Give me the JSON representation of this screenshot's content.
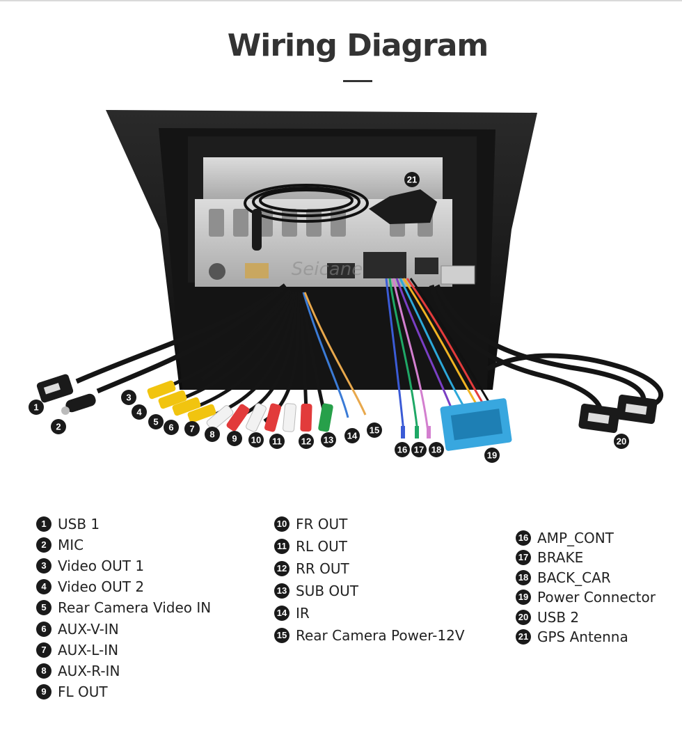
{
  "title": "Wiring Diagram",
  "watermark": "Seicane",
  "callouts": [
    "1",
    "2",
    "3",
    "4",
    "5",
    "6",
    "7",
    "8",
    "9",
    "10",
    "11",
    "12",
    "13",
    "14",
    "15",
    "16",
    "17",
    "18",
    "19",
    "20",
    "21"
  ],
  "legend": {
    "col1": [
      {
        "num": "1",
        "label": "USB 1"
      },
      {
        "num": "2",
        "label": "MIC"
      },
      {
        "num": "3",
        "label": "Video OUT 1"
      },
      {
        "num": "4",
        "label": "Video OUT 2"
      },
      {
        "num": "5",
        "label": "Rear Camera Video IN"
      },
      {
        "num": "6",
        "label": "AUX-V-IN"
      },
      {
        "num": "7",
        "label": "AUX-L-IN"
      },
      {
        "num": "8",
        "label": "AUX-R-IN"
      },
      {
        "num": "9",
        "label": "FL OUT"
      }
    ],
    "col2": [
      {
        "num": "10",
        "label": "FR OUT"
      },
      {
        "num": "11",
        "label": "RL OUT"
      },
      {
        "num": "12",
        "label": "RR OUT"
      },
      {
        "num": "13",
        "label": "SUB OUT"
      },
      {
        "num": "14",
        "label": "IR"
      },
      {
        "num": "15",
        "label": "Rear Camera Power-12V"
      }
    ],
    "col3": [
      {
        "num": "16",
        "label": "AMP_CONT"
      },
      {
        "num": "17",
        "label": "BRAKE"
      },
      {
        "num": "18",
        "label": "BACK_CAR"
      },
      {
        "num": "19",
        "label": "Power Connector"
      },
      {
        "num": "20",
        "label": "USB 2"
      },
      {
        "num": "21",
        "label": "GPS Antenna"
      }
    ]
  }
}
